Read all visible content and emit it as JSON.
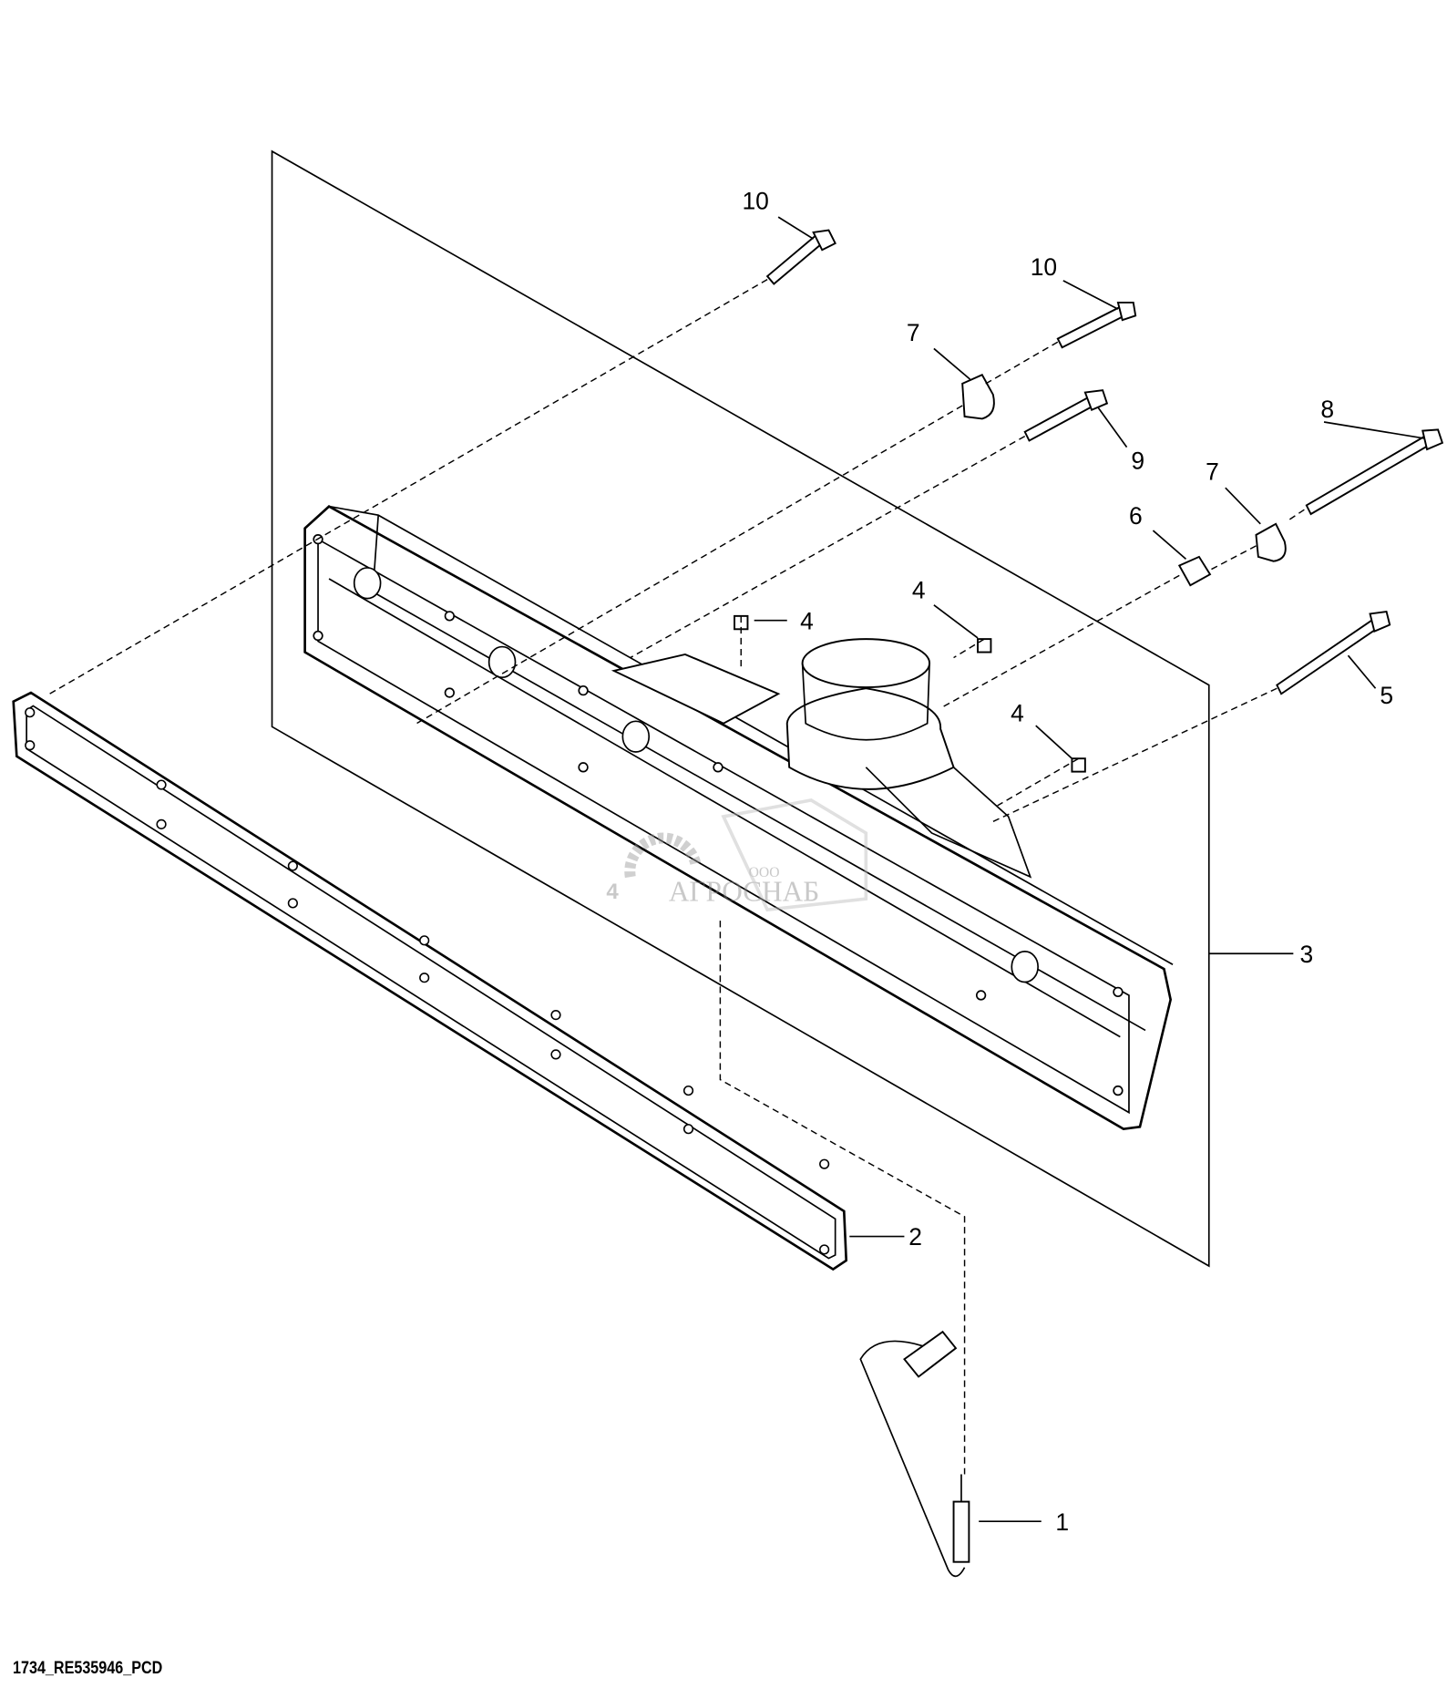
{
  "diagram": {
    "caption": "1734_RE535946_PCD",
    "callouts": [
      "1",
      "2",
      "3",
      "4",
      "4",
      "4",
      "5",
      "6",
      "7",
      "7",
      "8",
      "9",
      "10",
      "10"
    ],
    "watermark": {
      "number": "4",
      "prefix": "ООО",
      "name": "АГРОСНАБ"
    }
  }
}
